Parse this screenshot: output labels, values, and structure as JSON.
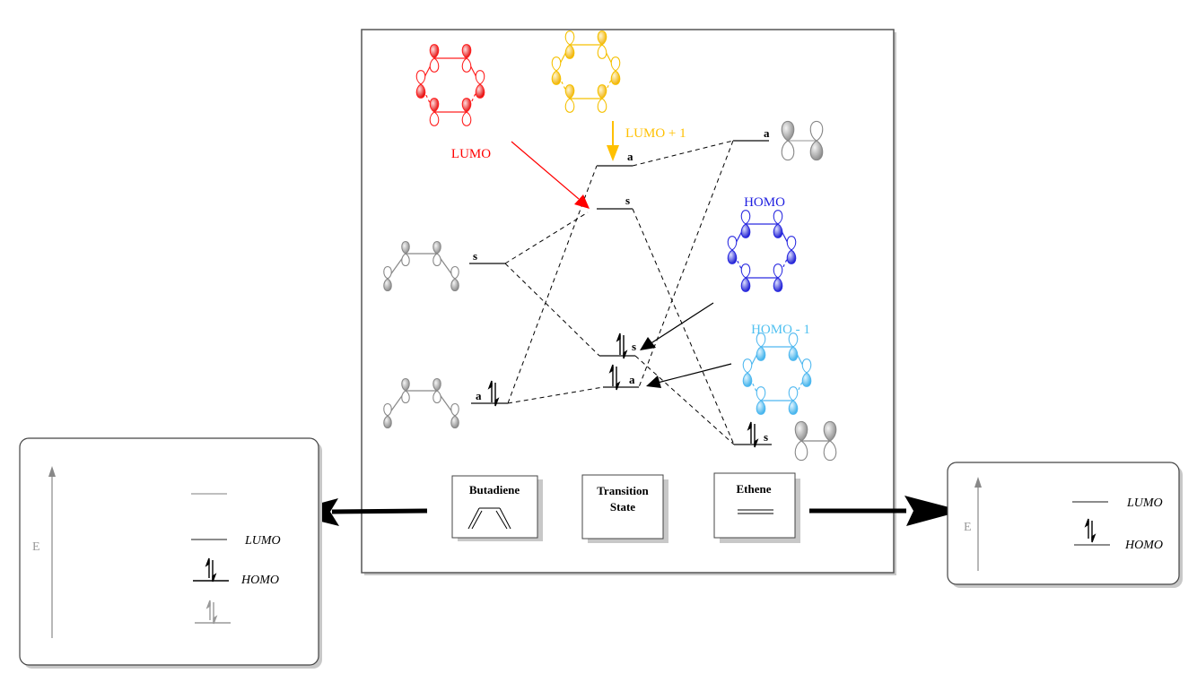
{
  "title": "Frontier molecular orbital correlation diagram: butadiene + ethene Diels-Alder",
  "colors": {
    "lumo": "#ff0000",
    "lumo_plus_1": "#ffc000",
    "homo": "#2020e0",
    "homo_minus_1": "#4fc0f0",
    "neutral": "#808080",
    "line": "#000000"
  },
  "main": {
    "orbital_labels": {
      "lumo": "LUMO",
      "lumo_plus_1": "LUMO + 1",
      "homo": "HOMO",
      "homo_minus_1": "HOMO - 1"
    },
    "levels": {
      "butadiene_s": "s",
      "butadiene_a": "a",
      "ts_a_upper": "a",
      "ts_s_upper": "s",
      "ts_s_lower": "s",
      "ts_a_lower": "a",
      "ethene_a": "a",
      "ethene_s": "s"
    },
    "boxes": {
      "butadiene": "Butadiene",
      "transition_state_line1": "Transition",
      "transition_state_line2": "State",
      "ethene": "Ethene"
    }
  },
  "left_panel": {
    "axis_label": "E",
    "lumo": "LUMO",
    "homo": "HOMO"
  },
  "right_panel": {
    "axis_label": "E",
    "lumo": "LUMO",
    "homo": "HOMO"
  }
}
